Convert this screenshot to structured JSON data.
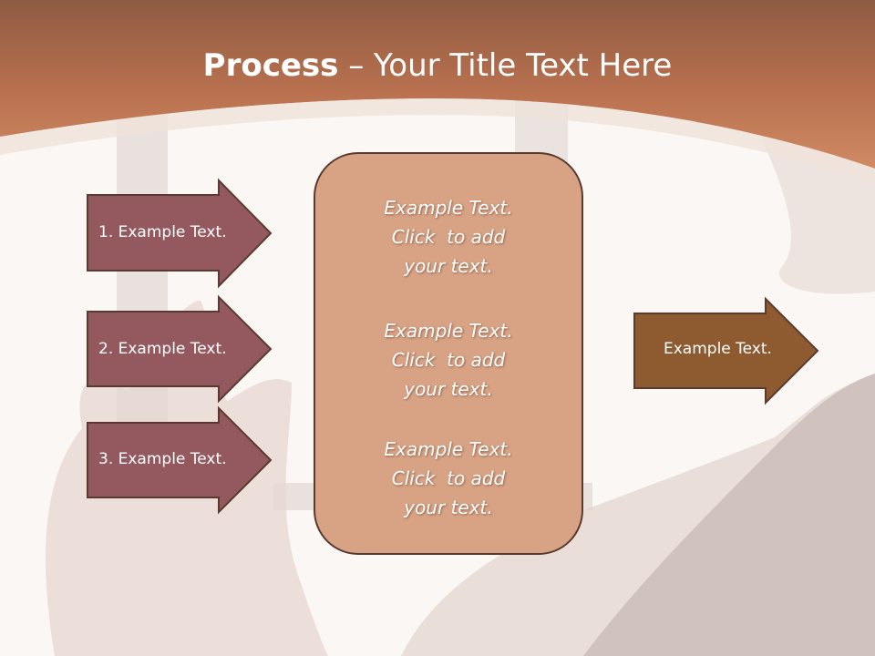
{
  "title": {
    "bold": "Process",
    "dash": " – ",
    "rest": "Your Title Text Here"
  },
  "left_arrows": [
    {
      "label": "1. Example Text."
    },
    {
      "label": "2. Example Text."
    },
    {
      "label": "3. Example Text."
    }
  ],
  "center_box": {
    "blocks": [
      {
        "line1": "Example Text.",
        "line2": "Click  to add",
        "line3": "your text."
      },
      {
        "line1": "Example Text.",
        "line2": "Click  to add",
        "line3": "your text."
      },
      {
        "line1": "Example Text.",
        "line2": "Click  to add",
        "line3": "your text."
      }
    ]
  },
  "right_arrow": {
    "label": "Example Text."
  },
  "colors": {
    "header_band": "#c47a56",
    "left_arrow_fill": "#93595f",
    "center_box_fill": "#d8a284",
    "right_arrow_fill": "#8e5a30",
    "outline": "#5a3a2e"
  }
}
